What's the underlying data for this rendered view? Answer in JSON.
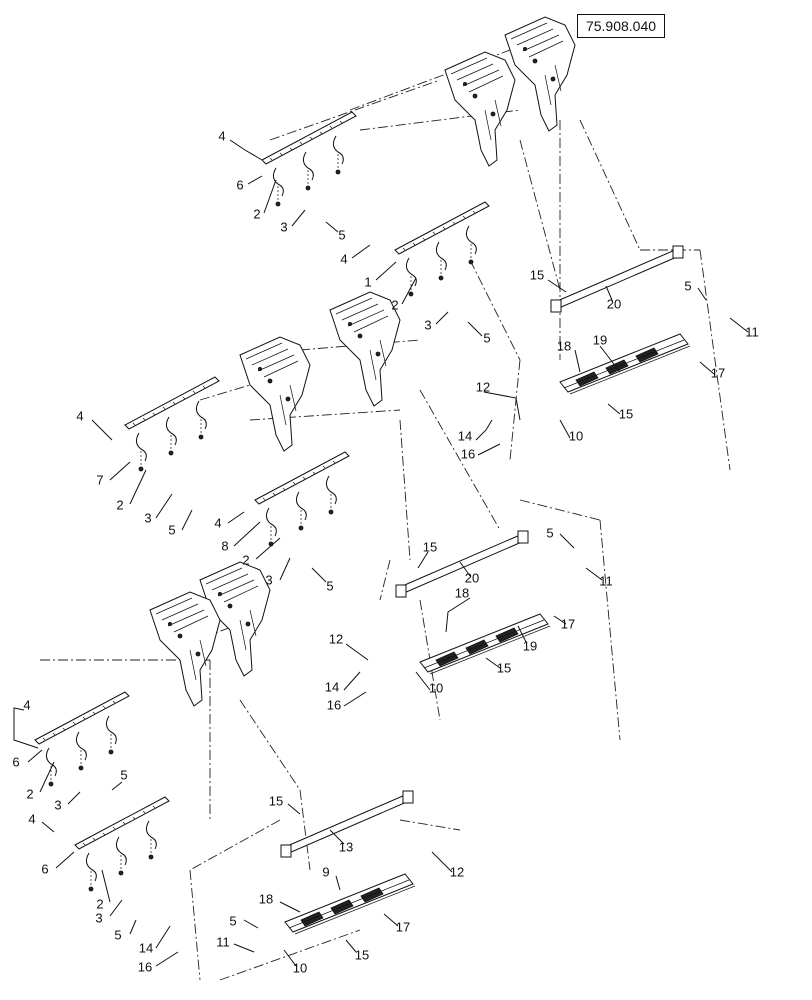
{
  "reference_code": "75.908.040",
  "callouts": [
    {
      "id": "c1",
      "label": "4"
    },
    {
      "id": "c2",
      "label": "6"
    },
    {
      "id": "c3",
      "label": "2"
    },
    {
      "id": "c4",
      "label": "3"
    },
    {
      "id": "c5",
      "label": "5"
    },
    {
      "id": "c6",
      "label": "4"
    },
    {
      "id": "c7",
      "label": "1"
    },
    {
      "id": "c8",
      "label": "2"
    },
    {
      "id": "c9",
      "label": "3"
    },
    {
      "id": "c10",
      "label": "5"
    },
    {
      "id": "c11",
      "label": "15"
    },
    {
      "id": "c12",
      "label": "20"
    },
    {
      "id": "c13",
      "label": "5"
    },
    {
      "id": "c14",
      "label": "11"
    },
    {
      "id": "c15",
      "label": "18"
    },
    {
      "id": "c16",
      "label": "19"
    },
    {
      "id": "c17",
      "label": "17"
    },
    {
      "id": "c18",
      "label": "12"
    },
    {
      "id": "c19",
      "label": "14"
    },
    {
      "id": "c20",
      "label": "16"
    },
    {
      "id": "c21",
      "label": "10"
    },
    {
      "id": "c22",
      "label": "15"
    },
    {
      "id": "c23",
      "label": "4"
    },
    {
      "id": "c24",
      "label": "7"
    },
    {
      "id": "c25",
      "label": "2"
    },
    {
      "id": "c26",
      "label": "3"
    },
    {
      "id": "c27",
      "label": "5"
    },
    {
      "id": "c28",
      "label": "4"
    },
    {
      "id": "c29",
      "label": "8"
    },
    {
      "id": "c30",
      "label": "2"
    },
    {
      "id": "c31",
      "label": "3"
    },
    {
      "id": "c32",
      "label": "5"
    },
    {
      "id": "c33",
      "label": "15"
    },
    {
      "id": "c34",
      "label": "20"
    },
    {
      "id": "c35",
      "label": "5"
    },
    {
      "id": "c36",
      "label": "11"
    },
    {
      "id": "c37",
      "label": "18"
    },
    {
      "id": "c38",
      "label": "17"
    },
    {
      "id": "c39",
      "label": "19"
    },
    {
      "id": "c40",
      "label": "12"
    },
    {
      "id": "c41",
      "label": "14"
    },
    {
      "id": "c42",
      "label": "15"
    },
    {
      "id": "c43",
      "label": "16"
    },
    {
      "id": "c44",
      "label": "10"
    },
    {
      "id": "c45",
      "label": "4"
    },
    {
      "id": "c46",
      "label": "6"
    },
    {
      "id": "c47",
      "label": "5"
    },
    {
      "id": "c48",
      "label": "2"
    },
    {
      "id": "c49",
      "label": "3"
    },
    {
      "id": "c50",
      "label": "15"
    },
    {
      "id": "c51",
      "label": "4"
    },
    {
      "id": "c52",
      "label": "13"
    },
    {
      "id": "c53",
      "label": "6"
    },
    {
      "id": "c54",
      "label": "9"
    },
    {
      "id": "c55",
      "label": "12"
    },
    {
      "id": "c56",
      "label": "2"
    },
    {
      "id": "c57",
      "label": "18"
    },
    {
      "id": "c58",
      "label": "3"
    },
    {
      "id": "c59",
      "label": "5"
    },
    {
      "id": "c60",
      "label": "5"
    },
    {
      "id": "c61",
      "label": "17"
    },
    {
      "id": "c62",
      "label": "14"
    },
    {
      "id": "c63",
      "label": "11"
    },
    {
      "id": "c64",
      "label": "15"
    },
    {
      "id": "c65",
      "label": "16"
    },
    {
      "id": "c66",
      "label": "10"
    }
  ]
}
